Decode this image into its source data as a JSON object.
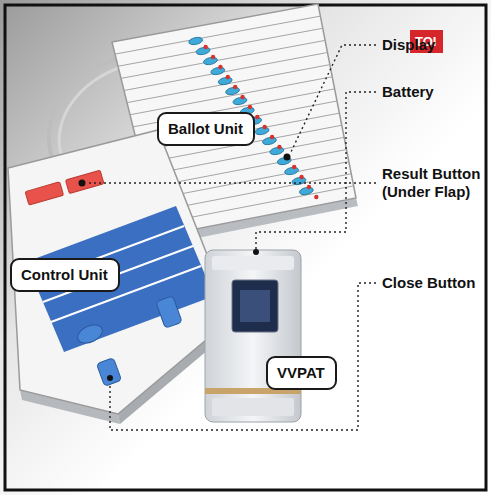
{
  "diagram": {
    "nodes": [
      {
        "text": [
          "TOI"
        ]
      },
      {
        "text": [
          "Ballot Unit"
        ]
      },
      {
        "text": [
          "Control Unit"
        ]
      },
      {
        "text": [
          "VVPAT"
        ]
      }
    ],
    "labels": [
      "Display",
      "Battery",
      "Result Button (Under Flap)",
      "Close Button"
    ]
  }
}
